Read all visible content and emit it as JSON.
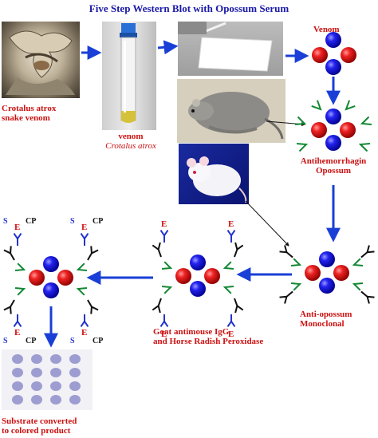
{
  "title": "Five Step Western Blot with Opossum Serum",
  "labels": {
    "snake_line1": "Crotalus atrox",
    "snake_line2": "snake venom",
    "tube_line1": "venom",
    "tube_line2": "Crotalus atrox",
    "venom": "Venom",
    "antihem_line1": "Antihemorrhagin",
    "antihem_line2": "Opossum",
    "antiopossum_line1": "Anti-opossum",
    "antiopossum_line2": "Monoclonal",
    "goat_line1": "Goat antimouse IgG",
    "goat_line2": "and Horse Radish Peroxidase",
    "substrate_line1": "Substrate converted",
    "substrate_line2": "to colored product"
  },
  "glyphs": {
    "enzyme": "E",
    "substrate": "S",
    "colored_product": "CP"
  },
  "colors": {
    "title": "#1a1aa8",
    "label": "#cc1111",
    "arrow": "#1a3fd6",
    "red_sphere": "#e01818",
    "blue_sphere": "#1818d8",
    "antibody_green": "#118833",
    "antibody_black": "#111111",
    "antibody_blue": "#2233cc",
    "enzyme_red": "#cc1111"
  }
}
